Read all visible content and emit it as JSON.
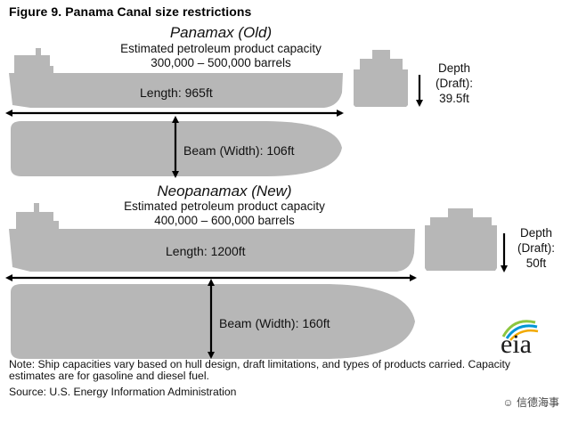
{
  "figure": {
    "title": "Figure 9. Panama Canal size restrictions"
  },
  "panamax": {
    "name": "Panamax (Old)",
    "capacity_line1": "Estimated petroleum product capacity",
    "capacity_line2": "300,000 – 500,000 barrels",
    "length_label": "Length:  965ft",
    "beam_label": "Beam (Width): 106ft",
    "depth_line1": "Depth",
    "depth_line2": "(Draft):",
    "depth_line3": "39.5ft"
  },
  "neopanamax": {
    "name": "Neopanamax (New)",
    "capacity_line1": "Estimated petroleum product capacity",
    "capacity_line2": "400,000 – 600,000 barrels",
    "length_label": "Length:  1200ft",
    "beam_label": "Beam (Width): 160ft",
    "depth_line1": "Depth",
    "depth_line2": "(Draft):",
    "depth_line3": "50ft"
  },
  "footer": {
    "note": "Note: Ship capacities vary based on hull design, draft limitations, and types of products carried. Capacity estimates are for gasoline and diesel fuel.",
    "source": "Source: U.S. Energy Information Administration",
    "logo_text": "eia",
    "watermark": "信德海事"
  },
  "colors": {
    "ship": "#b7b7b7",
    "arrow": "#000000",
    "logo_green": "#8dc63f",
    "logo_blue": "#0096d6",
    "logo_gold": "#f2a900"
  }
}
